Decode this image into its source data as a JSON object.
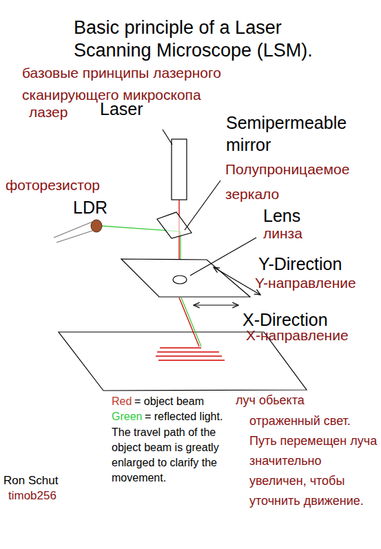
{
  "diagram": {
    "title": "Basic principle of a Laser Scanning Microscope (LSM).",
    "labels": [
      "базовые принципы лазерного сканирующего микроскопа",
      "лазер",
      "Laser",
      "Semipermeable mirror",
      "Полупроницаемое зеркало",
      "фоторезистор",
      "LDR",
      "Lens",
      "линза",
      "Y-Direction",
      "Y-направление",
      "X-Direction",
      "X-направление",
      "Red",
      "= object beam",
      "Green",
      "= reflected light.",
      "The travel path of the object beam is greatly enlarged to clarify the movement.",
      "луч обьекта",
      "отраженный свет. Путь перемещен луча значительно увеличен, чтобы уточнить движение.",
      "Ron Schut",
      "timob256"
    ]
  }
}
